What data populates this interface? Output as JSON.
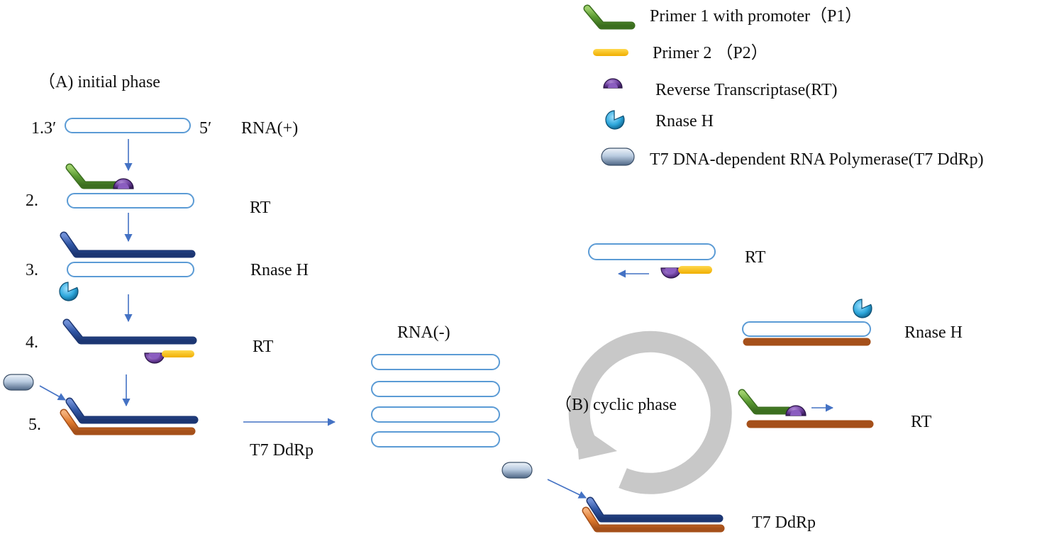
{
  "legend": {
    "p1": "Primer 1 with promoter（P1）",
    "p2": "Primer 2 （P2）",
    "rt": "Reverse Transcriptase(RT)",
    "rnaseh": "Rnase H",
    "t7": "T7 DNA-dependent RNA Polymerase(T7 DdRp)"
  },
  "phase_a": {
    "title": "（A) initial phase",
    "step1": "1.3′",
    "end5": "5′",
    "rna_plus": "RNA(+)",
    "step2": "2.",
    "step2_label": "RT",
    "step3": "3.",
    "step3_label": "Rnase H",
    "step4": "4.",
    "step4_label": "RT",
    "step5": "5.",
    "t7_label": "T7 DdRp"
  },
  "middle": {
    "rna_minus": "RNA(-)"
  },
  "phase_b": {
    "title": "（B) cyclic phase",
    "rt1": "RT",
    "rnaseh": "Rnase H",
    "rt2": "RT",
    "t7": "T7 DdRp"
  },
  "colors": {
    "rna_outline": "#5b9bd5",
    "primer1": "#5a9a32",
    "primer2": "#ffc000",
    "dna_blue": "#2f55a4",
    "dna_orange": "#e07a2e",
    "rt_enzyme": "#6a3d9a",
    "rnase_h": "#2ea8dc",
    "t7_enzyme": "#a9bfd6",
    "cycle_arrow": "#c8c8c8",
    "arrow": "#4472c4"
  }
}
